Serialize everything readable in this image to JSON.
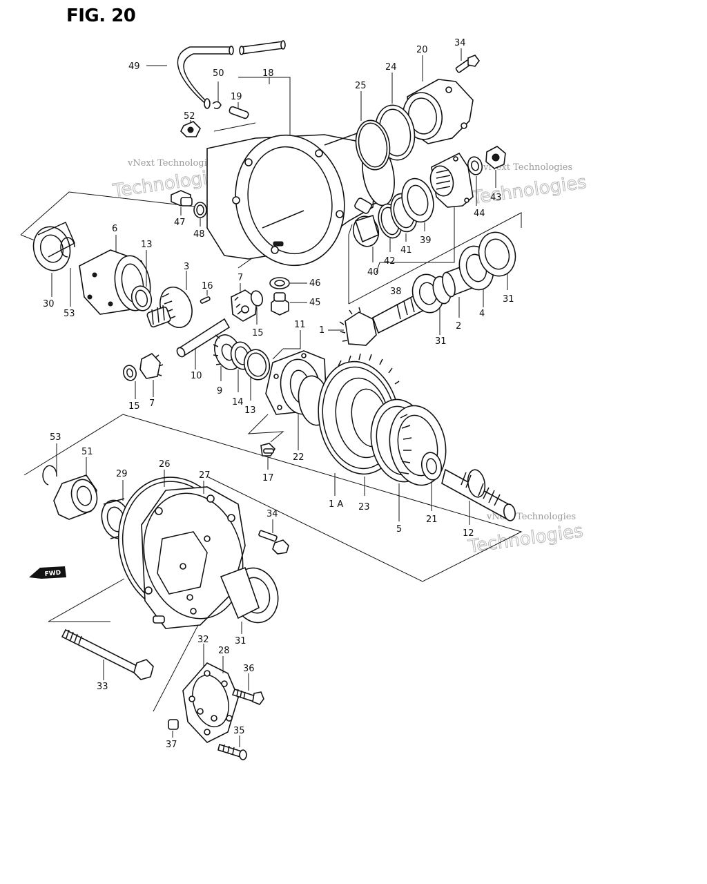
{
  "figure": {
    "title": "FIG. 20"
  },
  "fwd_label": "FWD",
  "watermark": {
    "line1": "vNext Technologies",
    "line2": "Technologies"
  },
  "callouts": [
    "49",
    "50",
    "18",
    "19",
    "52",
    "47",
    "48",
    "25",
    "24",
    "20",
    "34",
    "45",
    "46",
    "6",
    "13",
    "3",
    "16",
    "7",
    "15",
    "30",
    "53",
    "10",
    "9",
    "14",
    "13",
    "11",
    "1",
    "22",
    "17",
    "1 A",
    "23",
    "5",
    "21",
    "12",
    "38",
    "39",
    "40",
    "41",
    "42",
    "43",
    "44",
    "31",
    "2",
    "4",
    "31",
    "53",
    "51",
    "29",
    "26",
    "27",
    "34",
    "33",
    "32",
    "28",
    "36",
    "37",
    "35",
    "15",
    "7",
    "31"
  ]
}
